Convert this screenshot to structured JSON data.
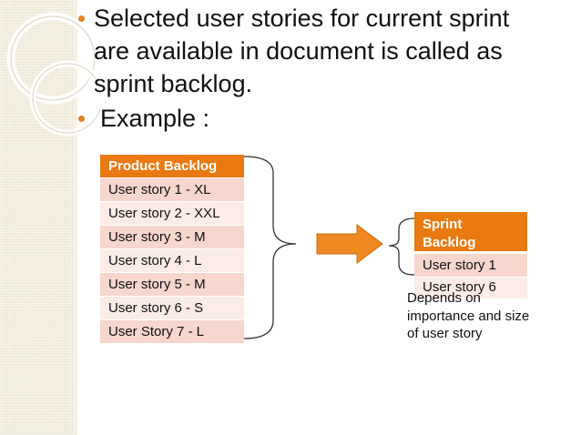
{
  "bullets": [
    {
      "lines": [
        "Selected user stories for current sprint",
        "are available in document is called as",
        "sprint backlog."
      ]
    },
    {
      "lines": [
        "Example :"
      ]
    }
  ],
  "product_backlog": {
    "header": "Product Backlog",
    "rows": [
      "User story 1  -  XL",
      "User story 2  -  XXL",
      "User story 3  -    M",
      "User story 4  -    L",
      "User story 5  -    M",
      "User story 6  -     S",
      "User Story 7  -     L"
    ]
  },
  "sprint_backlog": {
    "header_lines": [
      "Sprint",
      "Backlog"
    ],
    "rows": [
      "User story 1",
      "User story 6"
    ]
  },
  "note_lines": [
    "Depends on",
    "importance and size",
    "of user story"
  ],
  "colors": {
    "accent": "#e97a12",
    "row_dark": "#f7d6cd",
    "row_light": "#fcece7",
    "arrow": "#ef8a22"
  }
}
